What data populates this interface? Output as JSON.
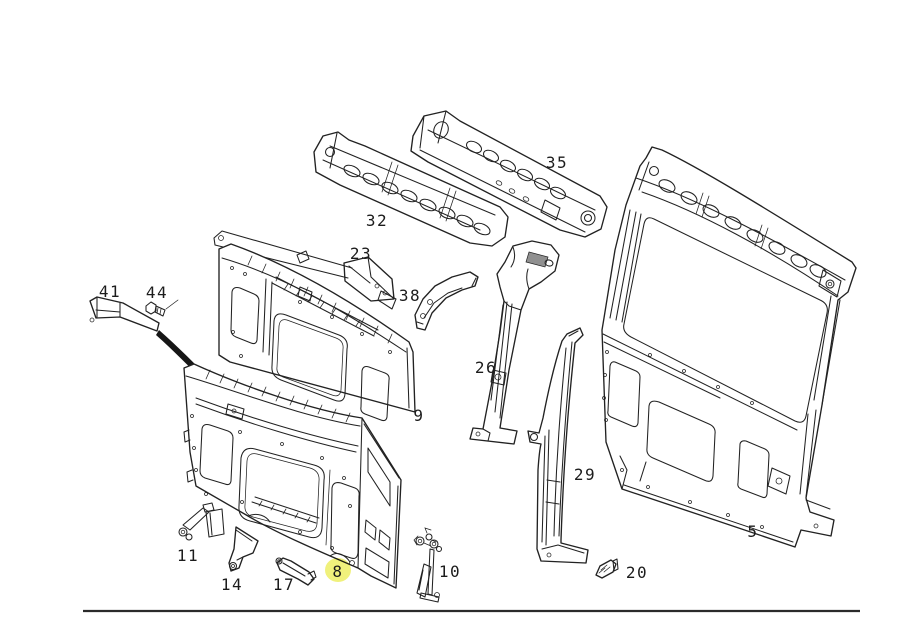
{
  "diagram": {
    "background_color": "#ffffff",
    "line_color": "#222222",
    "highlight": {
      "color": "#eef06e",
      "text_color": "#7f7f52",
      "label": "8"
    },
    "labels": [
      {
        "id": "41",
        "text": "41"
      },
      {
        "id": "44",
        "text": "44"
      },
      {
        "id": "32",
        "text": "32"
      },
      {
        "id": "35",
        "text": "35"
      },
      {
        "id": "23",
        "text": "23"
      },
      {
        "id": "38",
        "text": "38"
      },
      {
        "id": "9",
        "text": "9"
      },
      {
        "id": "26",
        "text": "26"
      },
      {
        "id": "29",
        "text": "29"
      },
      {
        "id": "5",
        "text": "5"
      },
      {
        "id": "11",
        "text": "11"
      },
      {
        "id": "14",
        "text": "14"
      },
      {
        "id": "17",
        "text": "17"
      },
      {
        "id": "8",
        "text": "8"
      },
      {
        "id": "10",
        "text": "10"
      },
      {
        "id": "20",
        "text": "20"
      }
    ]
  }
}
